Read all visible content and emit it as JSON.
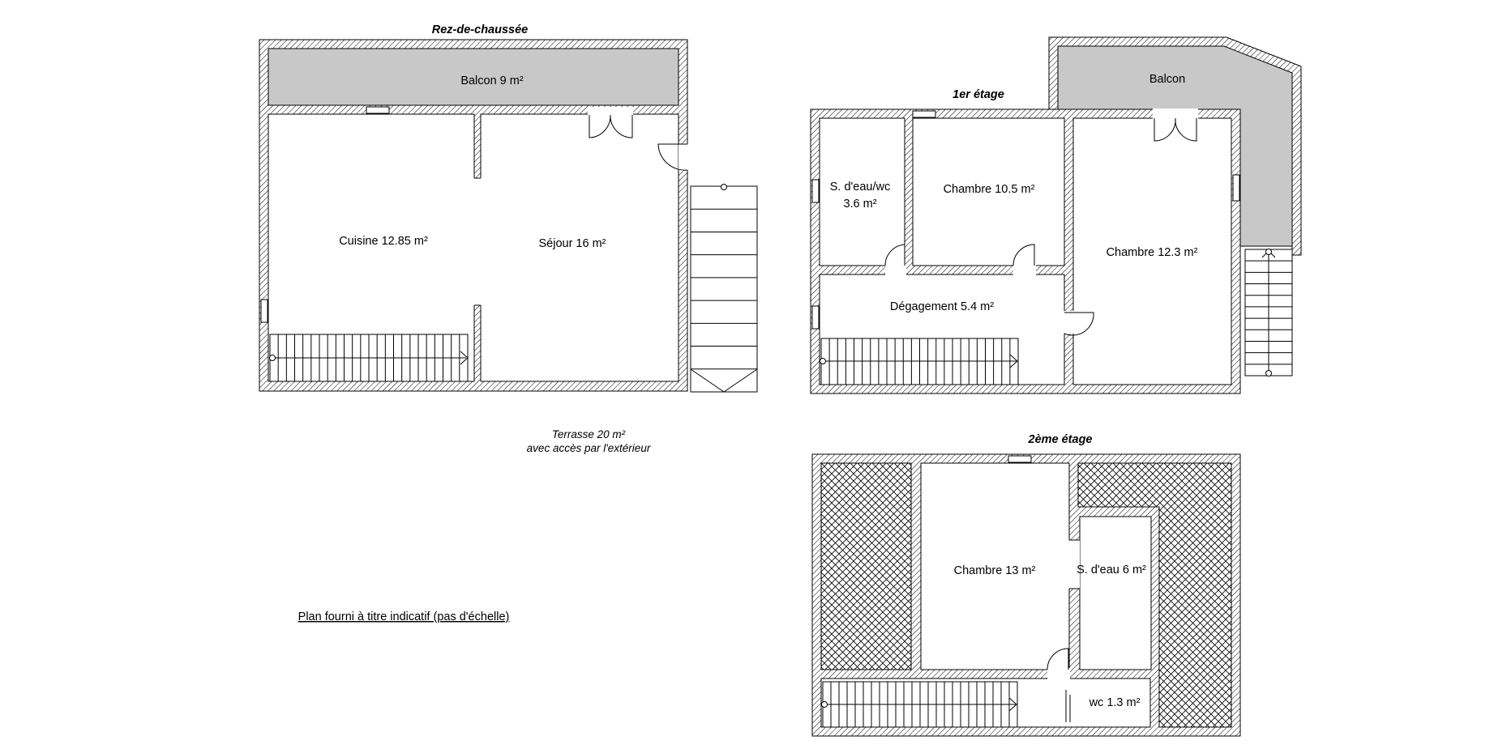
{
  "note": "Plan fourni à titre indicatif (pas d'échelle)",
  "terrace": {
    "line1": "Terrasse 20 m²",
    "line2": "avec accès par l'extérieur"
  },
  "ground_floor": {
    "title": "Rez-de-chaussée",
    "rooms": {
      "balcony": "Balcon 9 m²",
      "kitchen": "Cuisine 12.85 m²",
      "living": "Séjour 16 m²"
    }
  },
  "first_floor": {
    "title": "1er étage",
    "rooms": {
      "bathroom_line1": "S. d'eau/wc",
      "bathroom_line2": "3.6 m²",
      "bedroom_a": "Chambre 10.5 m²",
      "landing": "Dégagement 5.4 m²",
      "bedroom_b": "Chambre 12.3 m²",
      "balcony": "Balcon"
    }
  },
  "second_floor": {
    "title": "2ème étage",
    "rooms": {
      "bedroom": "Chambre 13 m²",
      "bathroom": "S. d'eau 6 m²",
      "wc": "wc 1.3 m²"
    }
  }
}
